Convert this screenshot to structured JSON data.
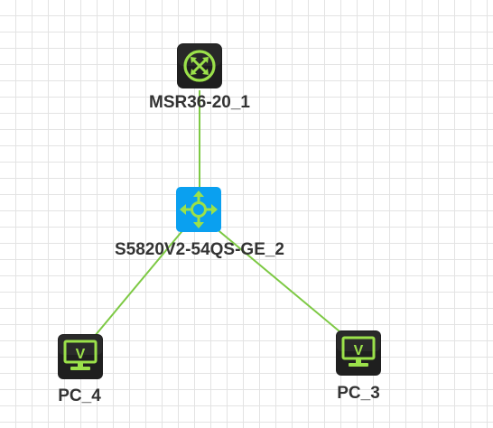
{
  "topology": {
    "devices": {
      "router": {
        "label": "MSR36-20_1",
        "icon": "router-icon",
        "color": "#9be14a",
        "bg": "#1f1f1f"
      },
      "switch": {
        "label": "S5820V2-54QS-GE_2",
        "icon": "layer3-switch-icon",
        "color": "#9be14a",
        "bg": "#0aa0f0"
      },
      "pc4": {
        "label": "PC_4",
        "icon": "pc-monitor-icon",
        "color": "#9be14a",
        "bg": "#1f1f1f"
      },
      "pc3": {
        "label": "PC_3",
        "icon": "pc-monitor-icon",
        "color": "#9be14a",
        "bg": "#1f1f1f"
      }
    },
    "links": [
      {
        "from": "router",
        "to": "switch"
      },
      {
        "from": "switch",
        "to": "pc4"
      },
      {
        "from": "switch",
        "to": "pc3"
      }
    ],
    "link_color": "#7dc944",
    "pc_glyph": "V"
  }
}
